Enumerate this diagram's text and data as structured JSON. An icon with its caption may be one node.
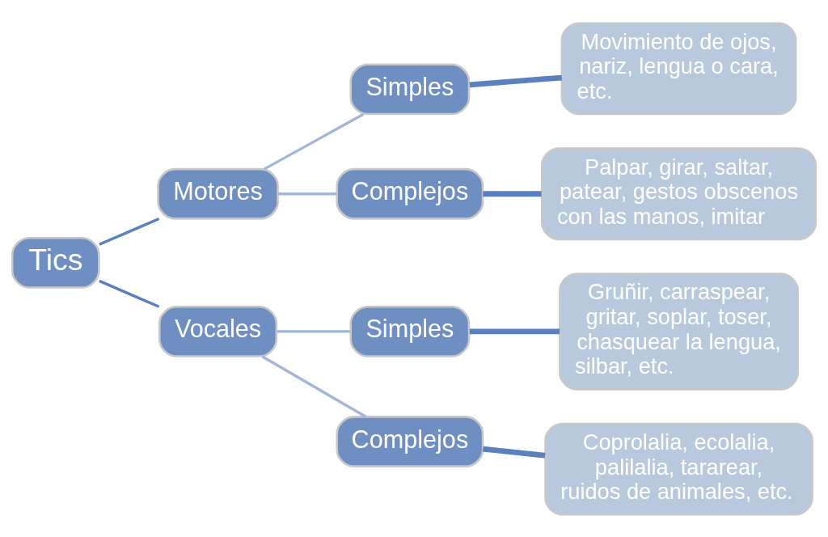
{
  "diagram": {
    "nodes": [
      {
        "text": [
          "Tics"
        ]
      },
      {
        "text": [
          "Motores"
        ]
      },
      {
        "text": [
          "Simples"
        ]
      },
      {
        "text": [
          "Movimiento de ojos, nariz, lengua o cara, etc."
        ]
      },
      {
        "text": [
          "Complejos"
        ]
      },
      {
        "text": [
          "Palpar, girar, saltar, patear, gestos obscenos con las manos, imitar"
        ]
      },
      {
        "text": [
          "Vocales"
        ]
      },
      {
        "text": [
          "Simples"
        ]
      },
      {
        "text": [
          "Gruñir, carraspear, gritar, soplar, toser, chasquear la lengua, silbar, etc."
        ]
      },
      {
        "text": [
          "Complejos"
        ]
      },
      {
        "text": [
          "Coprolalia, ecolalia, palilalia, tararear, ruidos de animales, etc."
        ]
      }
    ],
    "edges": [
      {
        "from": 0,
        "to": 1,
        "arrow": "none"
      },
      {
        "from": 0,
        "to": 6,
        "arrow": "none"
      },
      {
        "from": 1,
        "to": 2,
        "arrow": "none",
        "color": "#a3b5d9"
      },
      {
        "from": 1,
        "to": 4,
        "arrow": "none",
        "color": "#a3b5d9"
      },
      {
        "from": 2,
        "to": 3,
        "arrow": "none",
        "style": "thick"
      },
      {
        "from": 4,
        "to": 5,
        "arrow": "none",
        "style": "thick"
      },
      {
        "from": 6,
        "to": 7,
        "arrow": "none",
        "color": "#a3b5d9"
      },
      {
        "from": 6,
        "to": 9,
        "arrow": "none",
        "color": "#a3b5d9"
      },
      {
        "from": 7,
        "to": 8,
        "arrow": "none",
        "style": "thick"
      },
      {
        "from": 9,
        "to": 10,
        "arrow": "none",
        "style": "thick"
      }
    ]
  }
}
